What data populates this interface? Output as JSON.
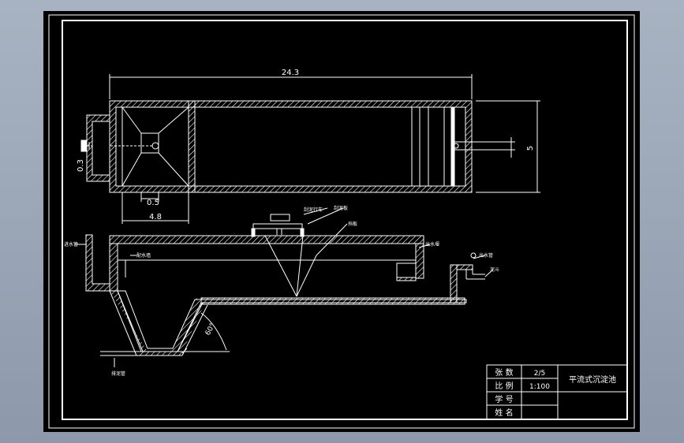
{
  "drawing": {
    "dimensions": {
      "total_length": "24.3",
      "width": "5",
      "pipe_dim": "0.3",
      "inner_dim": "0.5",
      "hopper_width": "4.8",
      "slope_angle": "60°"
    },
    "labels": {
      "inlet_pipe": "进水管",
      "distribution_wall": "配水墙",
      "scraper_bridge": "刮泥行车",
      "scraper_plate": "刮泥板",
      "baffle": "挡板",
      "outlet_weir": "出水堰",
      "outlet_pipe": "出水管",
      "sludge_hopper": "泥斗",
      "sludge_pipe": "排泥管"
    }
  },
  "title_block": {
    "rows": [
      {
        "label": "张 数",
        "value": "2/5"
      },
      {
        "label": "比 例",
        "value": "1:100"
      },
      {
        "label": "学 号",
        "value": ""
      },
      {
        "label": "姓 名",
        "value": ""
      }
    ],
    "drawing_title": "平流式沉淀池"
  },
  "colors": {
    "background": "#000000",
    "lines": "#ffffff"
  }
}
